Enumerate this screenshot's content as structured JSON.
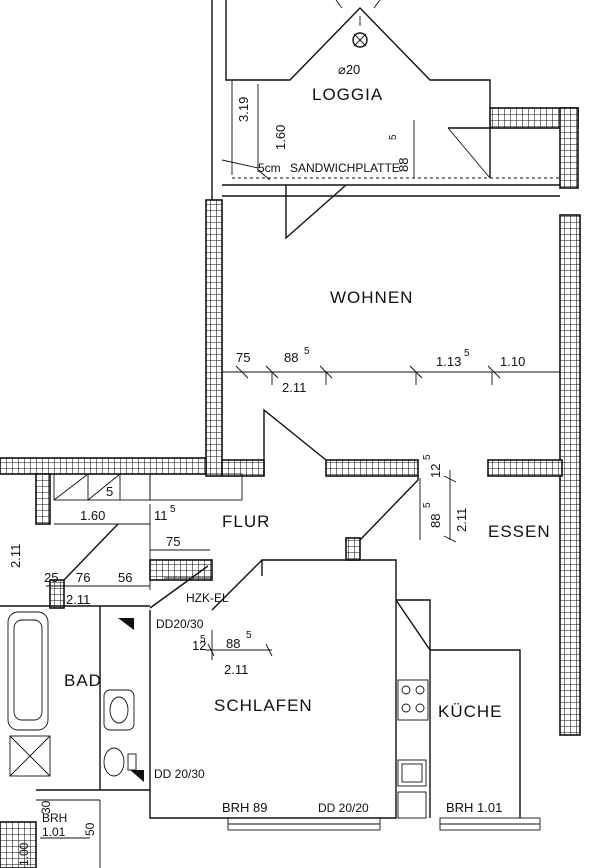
{
  "rooms": {
    "loggia": "LOGGIA",
    "wohnen": "WOHNEN",
    "flur": "FLUR",
    "essen": "ESSEN",
    "schlafen": "SCHLAFEN",
    "kueche": "KÜCHE",
    "bad": "BAD"
  },
  "loggia": {
    "diameter": "⌀20",
    "dim_319": "3.19",
    "dim_160": "1.60",
    "dim_88": "88",
    "dim_88_sup": "5",
    "sandwich_5cm": "5cm",
    "sandwich": "SANDWICHPLATTE"
  },
  "wohnen_dims": {
    "d75": "75",
    "d88": "88",
    "d88_sup": "5",
    "d211": "2.11",
    "d113": "1.13",
    "d113_sup": "5",
    "d110": "1.10"
  },
  "essen_dims": {
    "d12": "12",
    "d12_sup": "5",
    "d88": "88",
    "d88_sup": "5",
    "d211": "2.11"
  },
  "flur_dims": {
    "d5": "5",
    "d160": "1.60",
    "d11": "11",
    "d11_sup": "5",
    "d75": "75",
    "d211_left": "2.11",
    "d25": "25",
    "d76": "76",
    "d56": "56",
    "d211": "2.11",
    "hzk": "HZK-EL",
    "dd2030": "DD20/30"
  },
  "schlafen_dims": {
    "d12": "12",
    "d12_sup": "5",
    "d88": "88",
    "d88_sup": "5",
    "d211": "2.11"
  },
  "bad_notes": {
    "dd2030": "DD 20/30"
  },
  "bottom": {
    "brh89": "BRH 89",
    "dd2020": "DD 20/20",
    "brh101": "BRH 1.01",
    "brh_left_1": "BRH",
    "brh_left_2": "1.01",
    "d30": "30",
    "d50": "50",
    "d100": "1.00"
  }
}
